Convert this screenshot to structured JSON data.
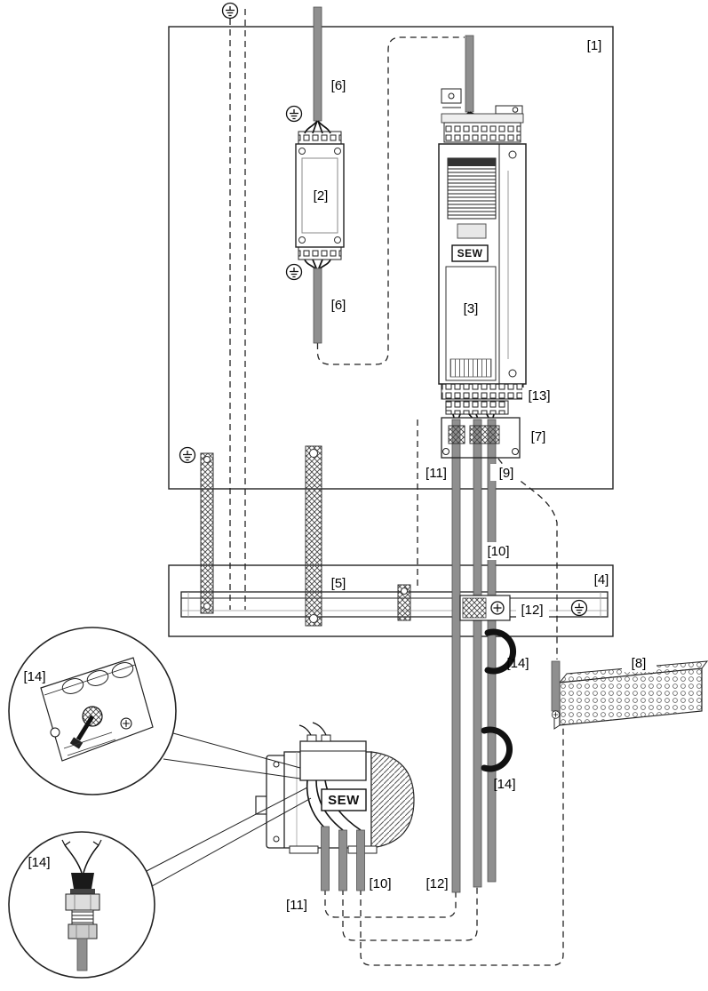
{
  "diagram": {
    "brand": "SEW",
    "labels": {
      "ref1": "[1]",
      "ref2": "[2]",
      "ref3": "[3]",
      "ref4": "[4]",
      "ref5": "[5]",
      "ref6": "[6]",
      "ref7": "[7]",
      "ref8": "[8]",
      "ref9": "[9]",
      "ref10": "[10]",
      "ref11": "[11]",
      "ref12": "[12]",
      "ref13": "[13]",
      "ref14": "[14]"
    }
  }
}
